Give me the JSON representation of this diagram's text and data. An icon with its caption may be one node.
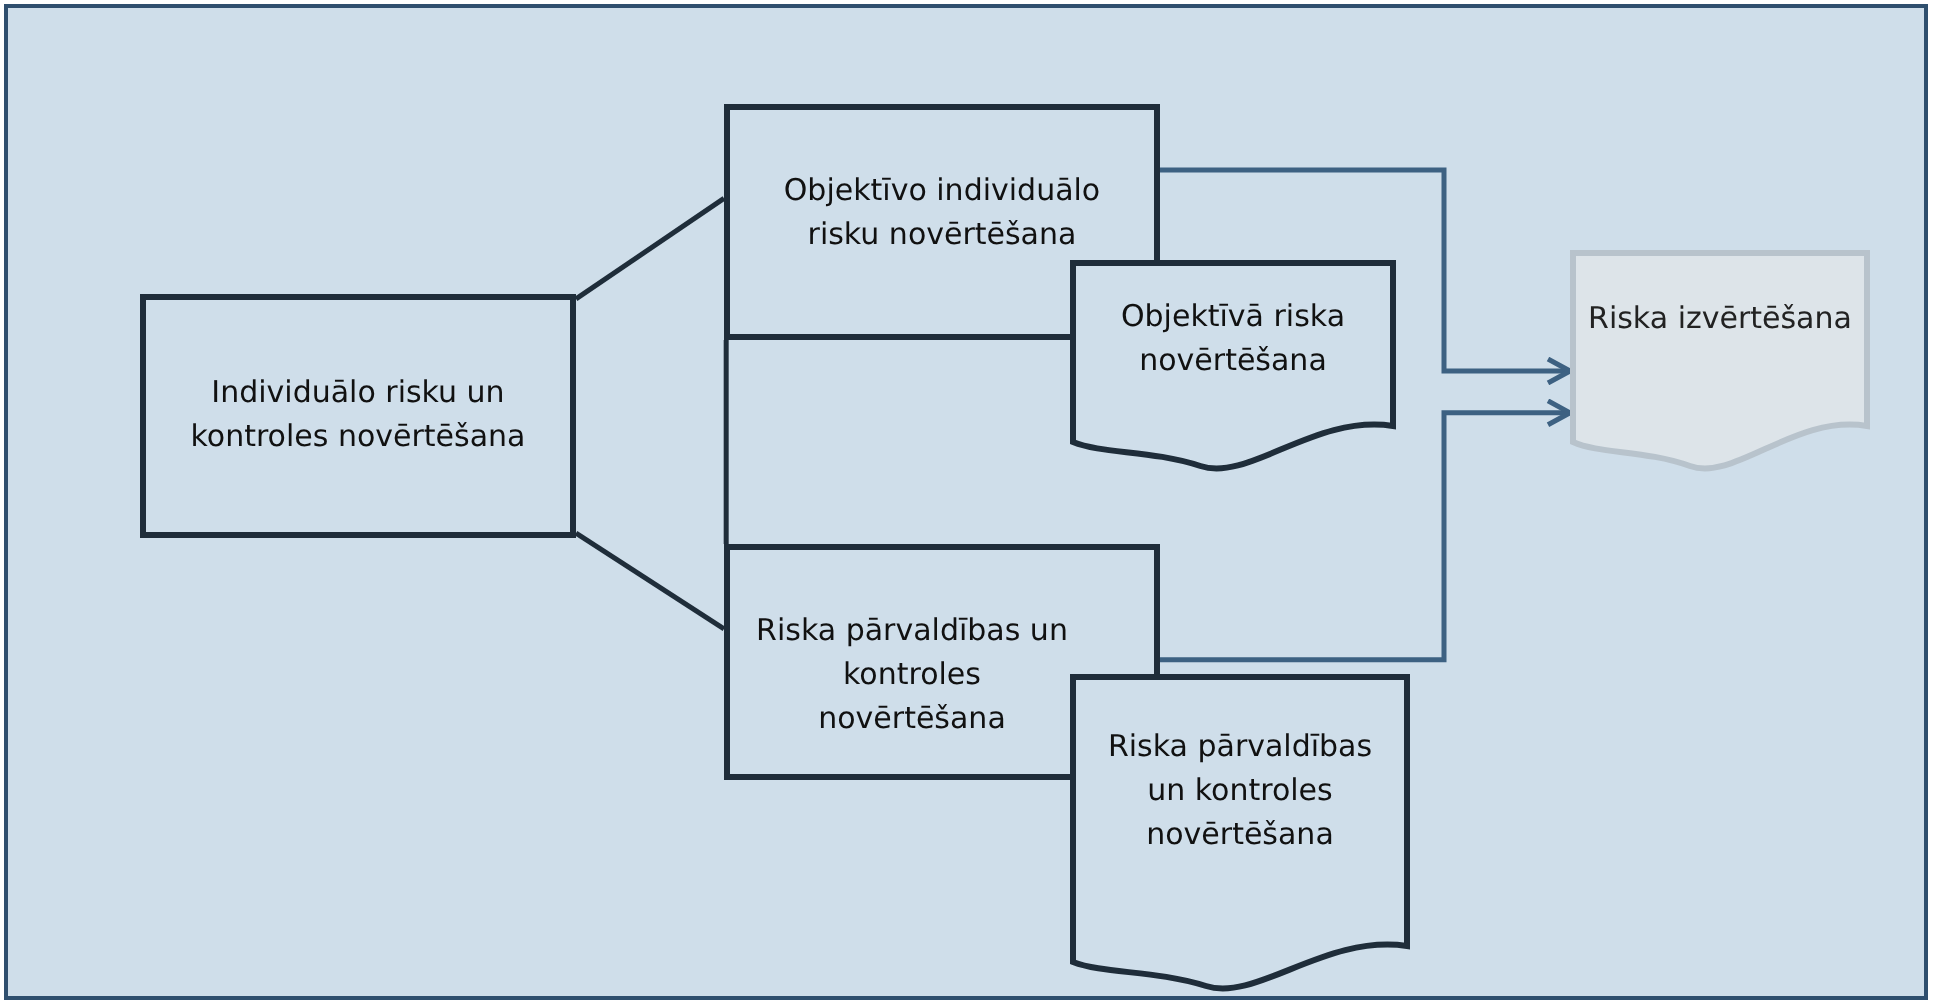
{
  "diagram": {
    "nodes": [
      {
        "text": [
          "Individuālo risku un kontroles novērtēšana"
        ]
      },
      {
        "text": [
          "Objektīvo individuālo risku novērtēšana"
        ]
      },
      {
        "text": [
          "Objektīvā riska novērtēšana"
        ]
      },
      {
        "text": [
          "Riska pārvaldības un kontroles novērtēšana"
        ]
      },
      {
        "text": [
          "Riska pārvaldības un kontroles novērtēšana"
        ]
      },
      {
        "text": [
          "Riska izvērtēšana"
        ]
      }
    ],
    "edges": [
      {
        "from": 0,
        "to": 1,
        "arrow": "none"
      },
      {
        "from": 0,
        "to": 3,
        "arrow": "none"
      },
      {
        "from": 1,
        "to": 3,
        "arrow": "none"
      },
      {
        "from": 1,
        "to": 5,
        "arrow": "to",
        "color": "#3d6182"
      },
      {
        "from": 3,
        "to": 5,
        "arrow": "to",
        "color": "#3d6182"
      }
    ]
  }
}
